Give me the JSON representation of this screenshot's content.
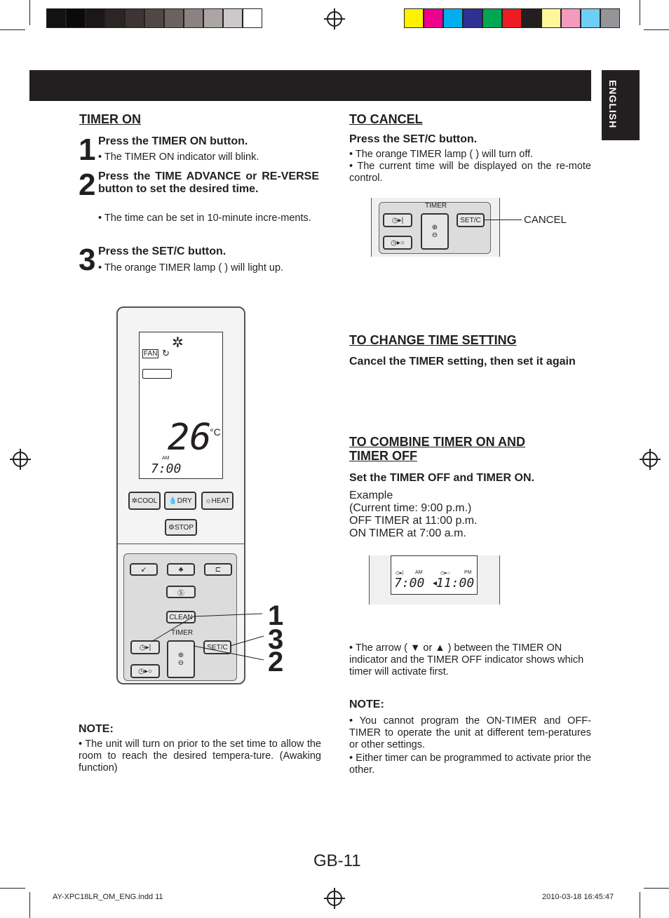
{
  "page": {
    "language_tab": "ENGLISH",
    "page_number": "GB-11",
    "footer_file": "AY-XPC18LR_OM_ENG.indd   11",
    "footer_date": "2010-03-18   16:45:47"
  },
  "colors": {
    "gray_bar": [
      "#121212",
      "#0a0a0a",
      "#1a1716",
      "#2b2625",
      "#3c3533",
      "#514846",
      "#6b625f",
      "#8a8381",
      "#aba5a3",
      "#cdc9c8",
      "#ffffff"
    ],
    "color_bar": [
      "#fff200",
      "#ec008c",
      "#00aeef",
      "#2e3192",
      "#00a651",
      "#ed1c24",
      "#231f20",
      "#fff799",
      "#f49ac1",
      "#6dcff6",
      "#939598"
    ]
  },
  "timer_on": {
    "title": "TIMER ON",
    "steps": [
      {
        "num": "1",
        "head": "Press the TIMER ON button.",
        "body": "• The TIMER ON indicator will blink."
      },
      {
        "num": "2",
        "head": "Press the TIME ADVANCE or RE-VERSE button to set the desired time.",
        "body": "• The time can be set in 10-minute incre-ments."
      },
      {
        "num": "3",
        "head": "Press the SET/C button.",
        "body": "• The orange TIMER lamp ( ) will light up."
      }
    ],
    "note_title": "NOTE:",
    "note": "• The unit will turn on prior to the set time to allow the room to reach the desired tempera-ture. (Awaking function)"
  },
  "remote": {
    "temp": "26",
    "unit": "°C",
    "time": "7:00",
    "am": "AM",
    "fan": "FAN",
    "cool": "COOL",
    "dry": "DRY",
    "heat": "HEAT",
    "stop": "STOP",
    "clean": "CLEAN",
    "timer": "TIMER",
    "setc": "SET/C",
    "callouts": [
      "1",
      "3",
      "2"
    ]
  },
  "to_cancel": {
    "title": "TO CANCEL",
    "head": "Press the SET/C button.",
    "b1": "• The orange TIMER lamp ( ) will turn off.",
    "b2": "• The current time will be displayed on the re-mote control.",
    "label": "CANCEL",
    "timer": "TIMER",
    "setc": "SET/C"
  },
  "change": {
    "title": "TO CHANGE TIME SETTING",
    "text": "Cancel the TIMER setting, then set it again"
  },
  "combine": {
    "title1": "TO COMBINE TIMER ON AND",
    "title2": "TIMER OFF",
    "head": "Set the TIMER OFF and TIMER ON.",
    "ex": [
      "Example",
      "(Current time: 9:00 p.m.)",
      "OFF TIMER at 11:00 p.m.",
      "ON TIMER at 7:00 a.m."
    ],
    "lcd_am": "AM",
    "lcd_pm": "PM",
    "lcd_on": "7:00",
    "lcd_off": "11:00",
    "arrow": "• The arrow ( ▼ or ▲ ) between the TIMER ON indicator and the TIMER OFF indicator shows which timer will activate first.",
    "note_title": "NOTE:",
    "n1": "• You cannot program the ON-TIMER and OFF-TIMER to operate the unit at different tem-peratures or other settings.",
    "n2": "• Either timer can be programmed to activate prior the other."
  }
}
